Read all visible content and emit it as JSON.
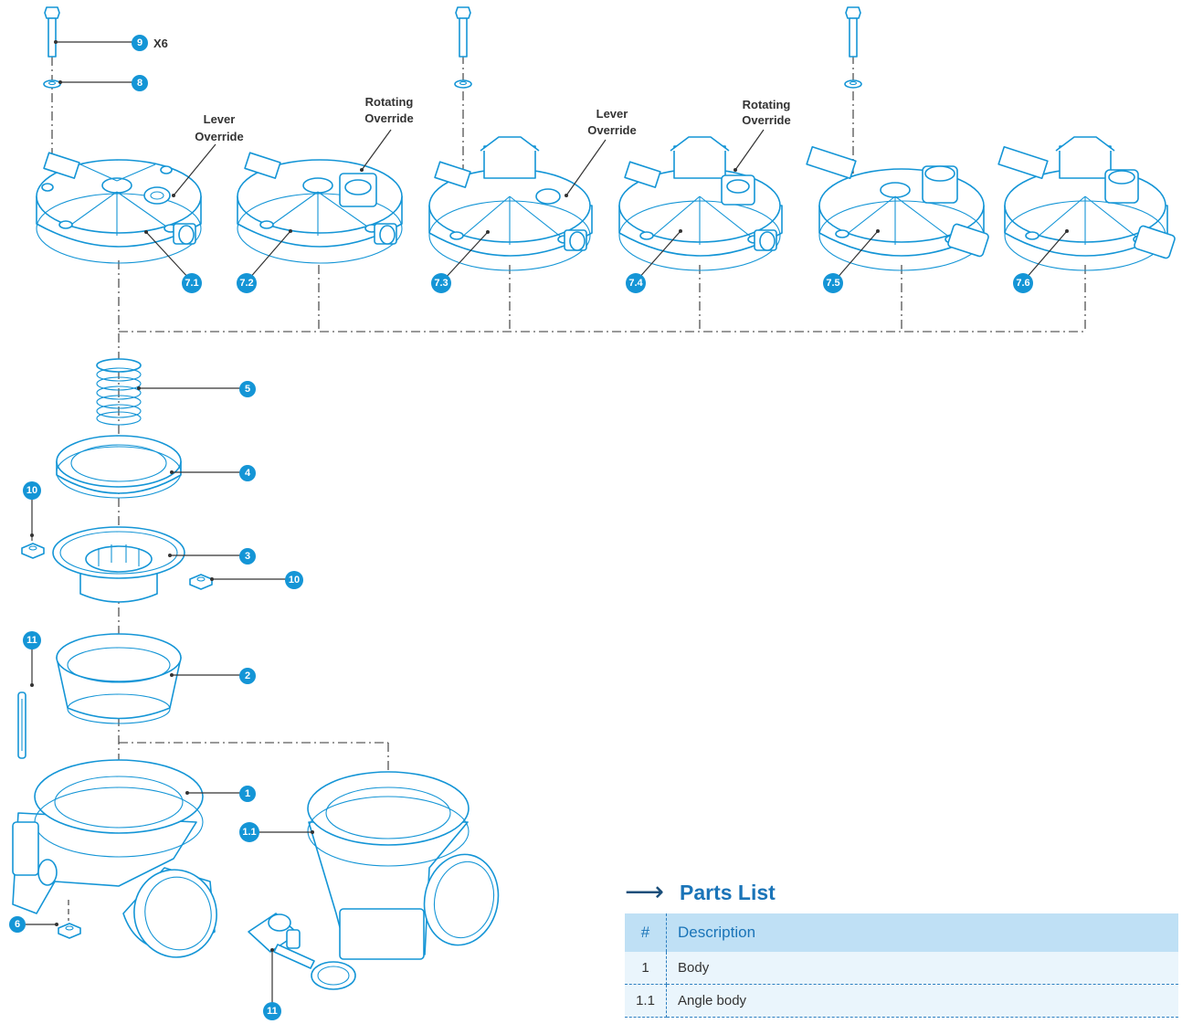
{
  "callouts": {
    "c9": "9",
    "c8": "8",
    "c71": "7.1",
    "c72": "7.2",
    "c73": "7.3",
    "c74": "7.4",
    "c75": "7.5",
    "c76": "7.6",
    "c5": "5",
    "c4": "4",
    "c3": "3",
    "c2": "2",
    "c1": "1",
    "c11b": "1.1",
    "c10a": "10",
    "c10b": "10",
    "c11a": "11",
    "c11c": "11",
    "c6": "6"
  },
  "multiplier": "X6",
  "notes": {
    "lever_a": [
      "Lever",
      "Override"
    ],
    "rotating_a": [
      "Rotating",
      "Override"
    ],
    "lever_b": [
      "Lever",
      "Override"
    ],
    "rotating_b": [
      "Rotating",
      "Override"
    ]
  },
  "parts_list": {
    "title": "Parts List",
    "arrow_icon": "right-arrow-icon",
    "header": {
      "num": "#",
      "desc": "Description"
    },
    "rows": [
      {
        "num": "1",
        "desc": "Body"
      },
      {
        "num": "1.1",
        "desc": "Angle body"
      }
    ]
  },
  "colors": {
    "line": "#1495d6",
    "badge": "#1495d6",
    "title": "#1a74b8",
    "header_bg": "#bfe0f5",
    "row_bg": "#eaf5fc"
  }
}
